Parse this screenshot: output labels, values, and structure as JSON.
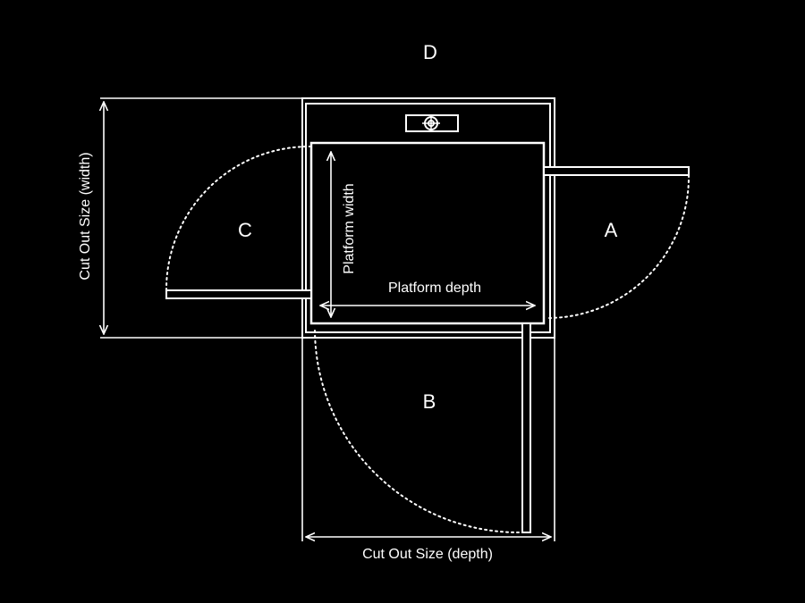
{
  "colors": {
    "background": "#000000",
    "line": "#ffffff"
  },
  "labels": {
    "door_a": "A",
    "door_b": "B",
    "door_c": "C",
    "side_d": "D",
    "platform_width": "Platform width",
    "platform_depth": "Platform depth",
    "cutout_width": "Cut Out Size (width)",
    "cutout_depth": "Cut Out Size (depth)"
  },
  "icons": {
    "control_panel": "lift-control-button-icon"
  }
}
